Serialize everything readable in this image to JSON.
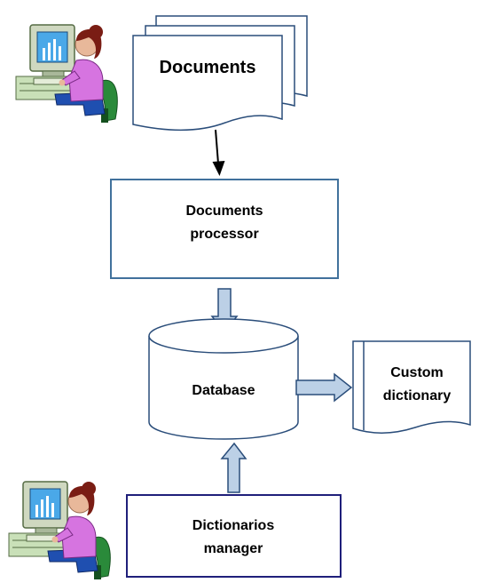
{
  "nodes": {
    "documents": "Documents",
    "processor_line1": "Documents",
    "processor_line2": "processor",
    "database": "Database",
    "custom_line1": "Custom",
    "custom_line2": "dictionary",
    "manager_line1": "Dictionarios",
    "manager_line2": "manager"
  },
  "colors": {
    "processor_border": "#41719c",
    "manager_border": "#1f1f7a",
    "outline": "#2a4d7a",
    "arrow_fill": "#bcd0e6",
    "arrow_stroke": "#2a4d7a",
    "connector": "#000000",
    "person_skin": "#e8b89a",
    "person_hair": "#7a1d14",
    "person_shirt": "#d674e0",
    "monitor_screen": "#4aa8e8",
    "monitor_body": "#cfd8c0",
    "desk": "#c9e0b8",
    "chair": "#2a8a3a",
    "trousers": "#1f4fb0"
  },
  "icons": {
    "top_user": "computer-user-icon",
    "bottom_user": "computer-user-icon"
  }
}
